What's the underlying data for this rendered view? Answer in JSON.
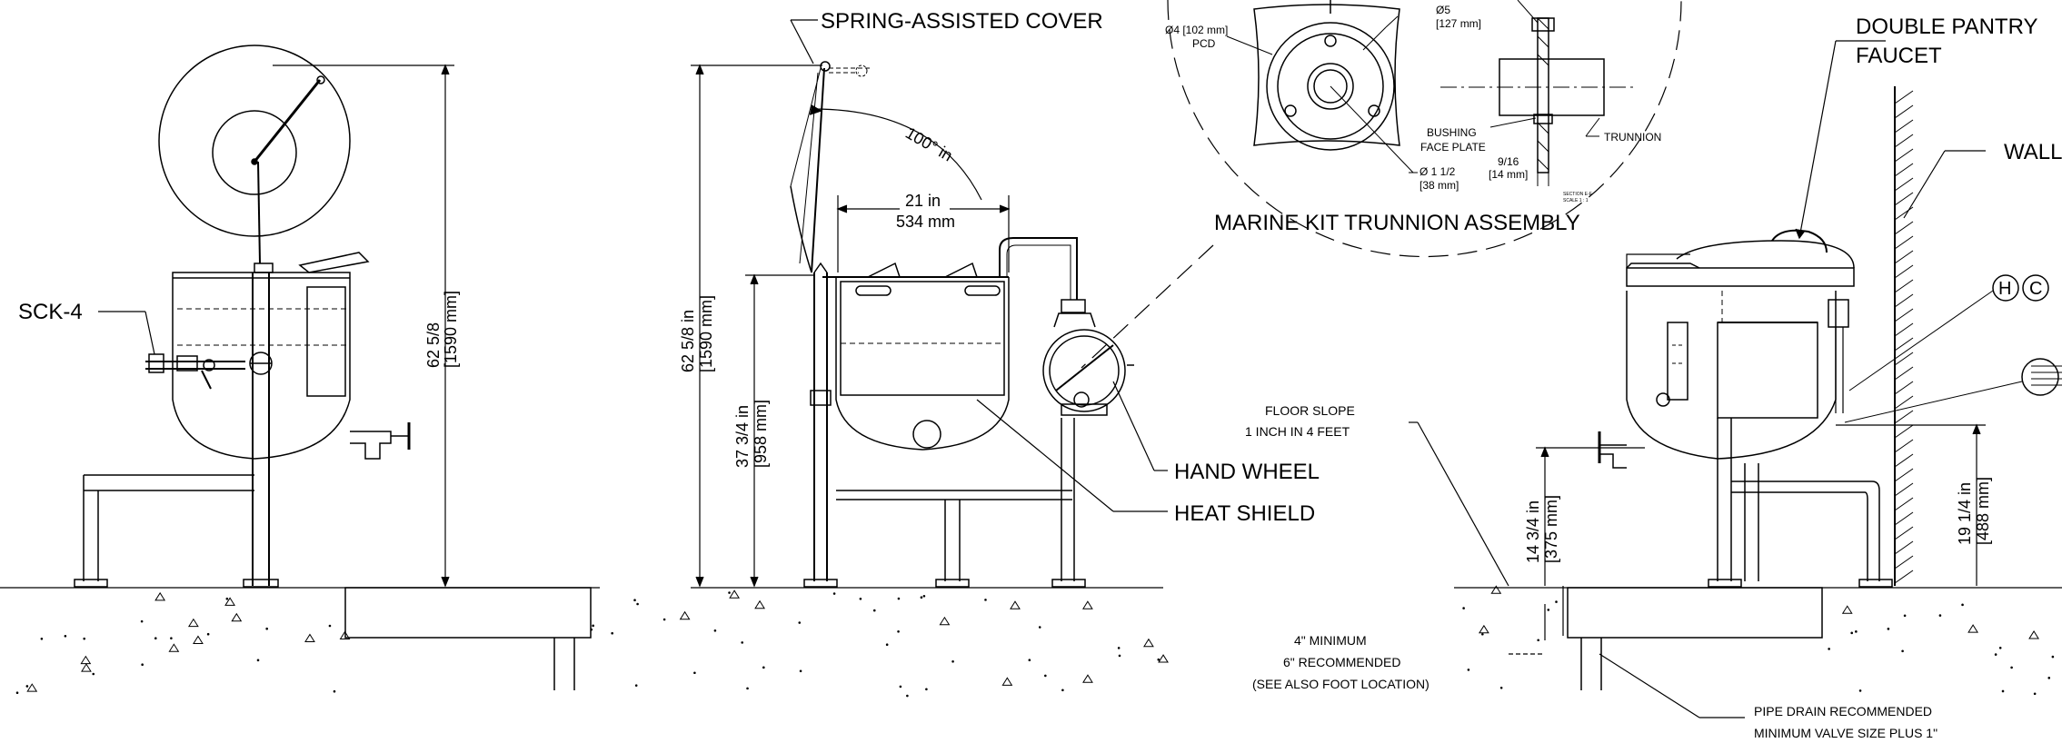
{
  "left_view": {
    "label_sck": "SCK-4",
    "height_dim": "62 5/8",
    "height_mm": "[1590 mm]"
  },
  "middle_view": {
    "cover_label": "SPRING-ASSISTED COVER",
    "angle": "100° in",
    "width_in": "21 in",
    "width_mm": "534 mm",
    "overall_in": "62 5/8 in",
    "overall_mm": "[1590 mm]",
    "rim_in": "37 3/4 in",
    "rim_mm": "[958 mm]",
    "hand_wheel": "HAND WHEEL",
    "heat_shield": "HEAT SHIELD"
  },
  "detail": {
    "title": "MARINE KIT TRUNNION ASSEMBLY",
    "pcd_dia": "Ø4 [102 mm]",
    "pcd": "PCD",
    "d5": "Ø5",
    "d5_mm": "[127 mm]",
    "d1": "Ø 1 1/2",
    "d1_mm": "[38 mm]",
    "bushing": "BUSHING",
    "face_plate": "FACE PLATE",
    "nine16": "9/16",
    "nine16_mm": "[14 mm]",
    "trunnion": "TRUNNION",
    "section": "SECTION E-E",
    "scale": "SCALE 1 : 1"
  },
  "right_view": {
    "faucet_1": "DOUBLE PANTRY",
    "faucet_2": "FAUCET",
    "wall": "WALL",
    "hot": "H",
    "cold": "C",
    "floor_slope_1": "FLOOR SLOPE",
    "floor_slope_2": "1 INCH IN 4 FEET",
    "drain_in": "14 3/4 in",
    "drain_mm": "[375 mm]",
    "outlet_in": "19 1/4 in",
    "outlet_mm": "[488 mm]",
    "min_1": "4\" MINIMUM",
    "min_2": "6\" RECOMMENDED",
    "min_3": "(SEE ALSO FOOT LOCATION)",
    "pipe_1": "PIPE DRAIN RECOMMENDED",
    "pipe_2": "MINIMUM VALVE SIZE PLUS 1\""
  }
}
